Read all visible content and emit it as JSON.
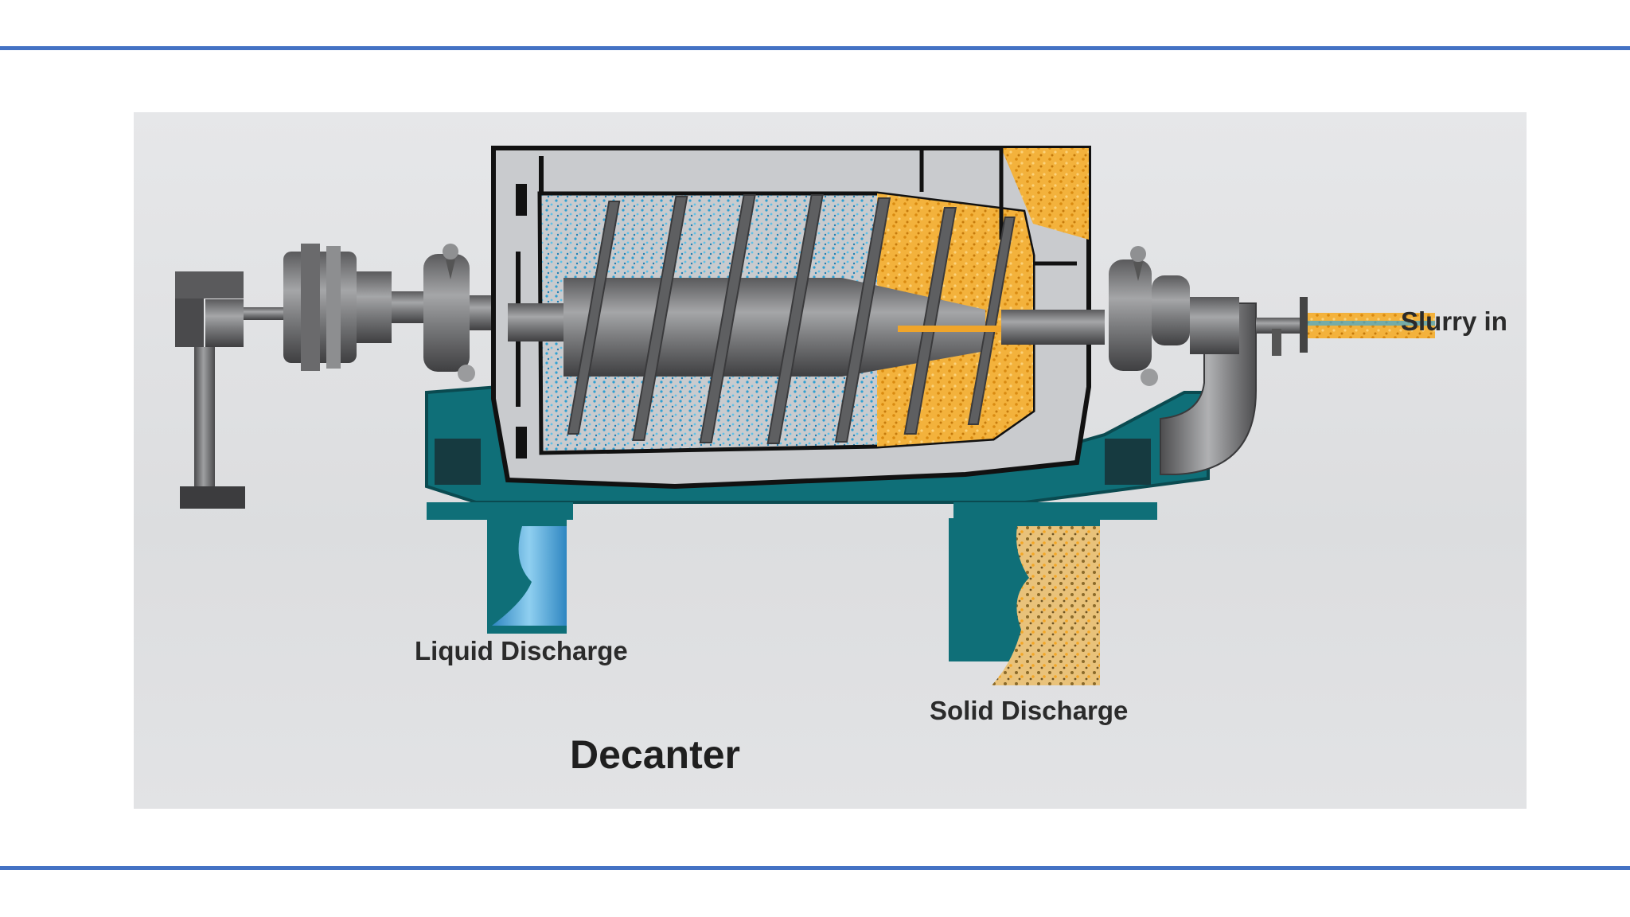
{
  "diagram": {
    "title": "Decanter",
    "labels": {
      "slurry_in": "Slurry in",
      "liquid_discharge": "Liquid Discharge",
      "solid_discharge": "Solid Discharge"
    }
  },
  "colors": {
    "rule": "#4472c4",
    "frame_teal": "#0f6f78",
    "metal_gray": "#6e6e70",
    "solids_orange": "#f0a52a",
    "liquid_blue": "#3d9bd4",
    "bowl_fill": "#c9cbce"
  }
}
